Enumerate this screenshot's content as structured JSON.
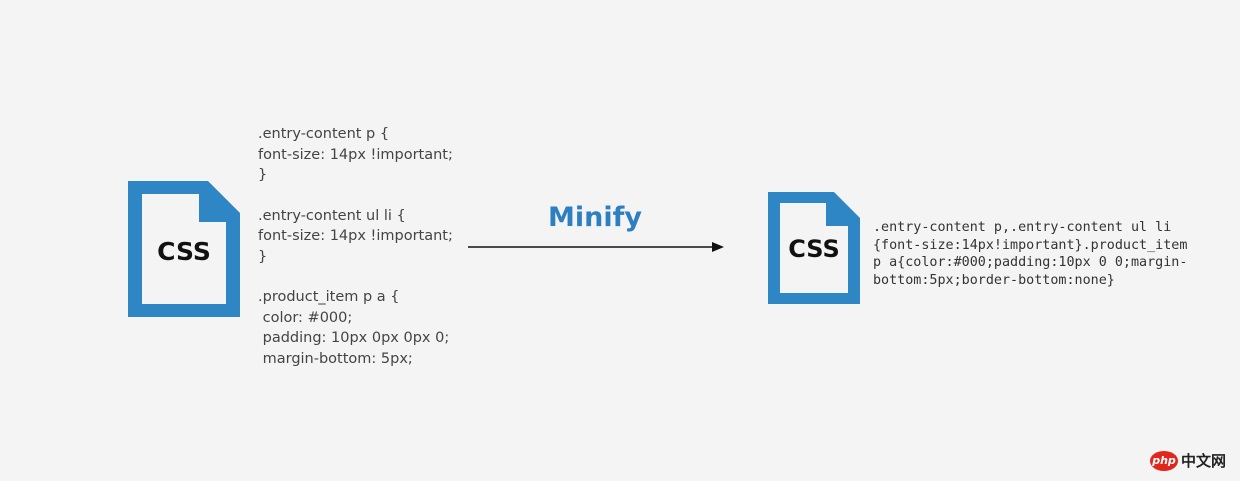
{
  "source_icon": {
    "label": "CSS",
    "color": "#2f86c5"
  },
  "source_css": [
    {
      "lines": [
        ".entry-content p {",
        "font-size: 14px !important;",
        "}"
      ]
    },
    {
      "lines": [
        ".entry-content ul li {",
        "font-size: 14px !important;",
        "}"
      ]
    },
    {
      "lines": [
        ".product_item p a {",
        " color: #000;",
        " padding: 10px 0px 0px 0;",
        " margin-bottom: 5px;"
      ]
    }
  ],
  "process": {
    "label": "Minify",
    "color": "#2e7fc0"
  },
  "target_icon": {
    "label": "CSS",
    "color": "#2f86c5"
  },
  "minified_css": [
    ".entry-content p,.entry-content ul li",
    "{font-size:14px!important}.product_item",
    "p a{color:#000;padding:10px 0 0;margin-",
    "bottom:5px;border-bottom:none}"
  ],
  "watermark": {
    "logo_text": "php",
    "site_text": "中文网"
  }
}
